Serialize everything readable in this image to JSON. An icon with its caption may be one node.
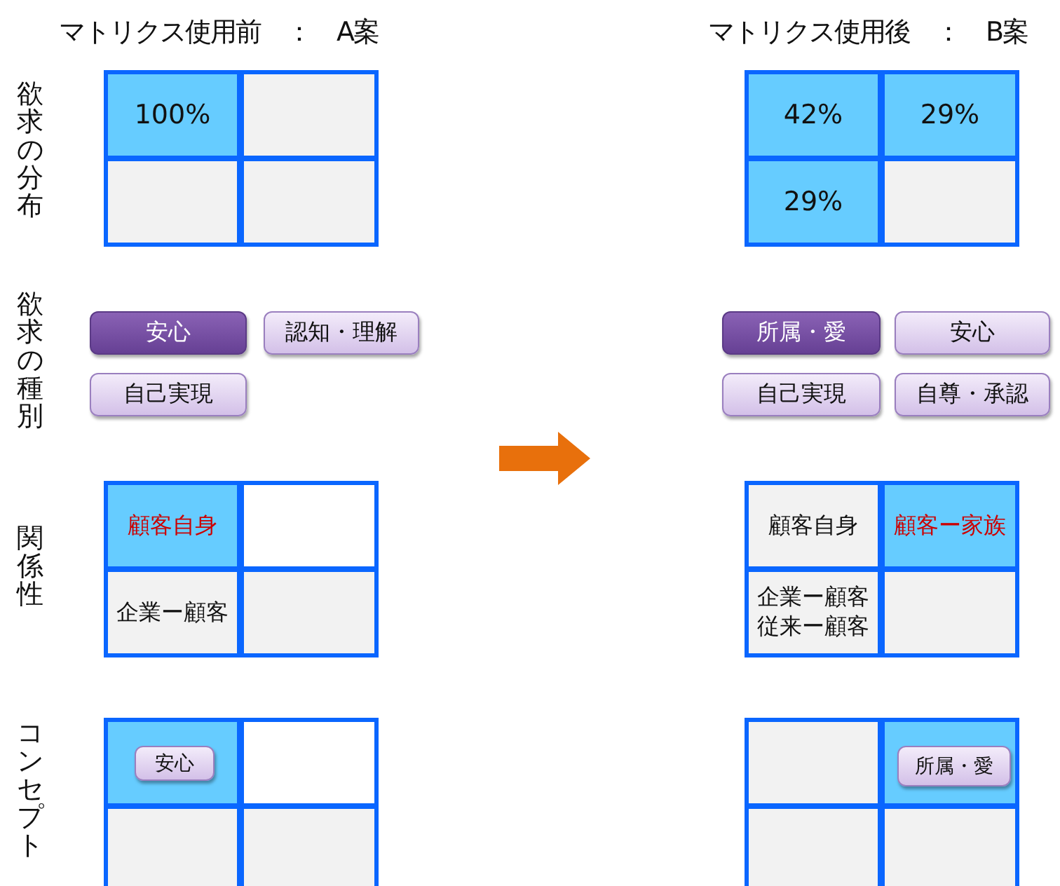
{
  "diagram": {
    "nodes": [
      {
        "text": [
          "100%"
        ]
      },
      {
        "text": [],
        "shape": "box"
      },
      {
        "text": [],
        "shape": "box"
      },
      {
        "text": [],
        "shape": "box"
      },
      {
        "text": [
          "42%"
        ]
      },
      {
        "text": [
          "29%"
        ]
      },
      {
        "text": [
          "29%"
        ]
      },
      {
        "text": [],
        "shape": "box"
      },
      {
        "text": [
          "安心"
        ]
      },
      {
        "text": [
          "認知・理解"
        ]
      },
      {
        "text": [
          "自己実現"
        ]
      },
      {
        "text": [
          "所属・愛"
        ]
      },
      {
        "text": [
          "安心"
        ]
      },
      {
        "text": [
          "自己実現"
        ]
      },
      {
        "text": [
          "自尊・承認"
        ]
      },
      {
        "text": [
          "顧客自身"
        ]
      },
      {
        "text": [],
        "shape": "box"
      },
      {
        "text": [
          "企業ー顧客"
        ]
      },
      {
        "text": [],
        "shape": "box"
      },
      {
        "text": [
          "顧客自身"
        ]
      },
      {
        "text": [
          "顧客ー家族"
        ]
      },
      {
        "text": [
          "企業ー顧客",
          "従来ー顧客"
        ]
      },
      {
        "text": [],
        "shape": "box"
      },
      {
        "text": [],
        "shape": "box"
      },
      {
        "text": [
          "安心"
        ],
        "in": 23
      },
      {
        "text": [],
        "shape": "box"
      },
      {
        "text": [],
        "shape": "box"
      },
      {
        "text": [],
        "shape": "box"
      },
      {
        "text": [],
        "shape": "box"
      },
      {
        "text": [],
        "shape": "box"
      },
      {
        "text": [
          "所属・愛"
        ],
        "in": 29
      },
      {
        "text": [],
        "shape": "box"
      },
      {
        "text": [],
        "shape": "box"
      }
    ],
    "labels": [
      "マトリクス使用前　：　A案",
      "マトリクス使用後　：　B案",
      "欲求の分布",
      "欲求の種別",
      "関係性",
      "コンセプト"
    ]
  }
}
